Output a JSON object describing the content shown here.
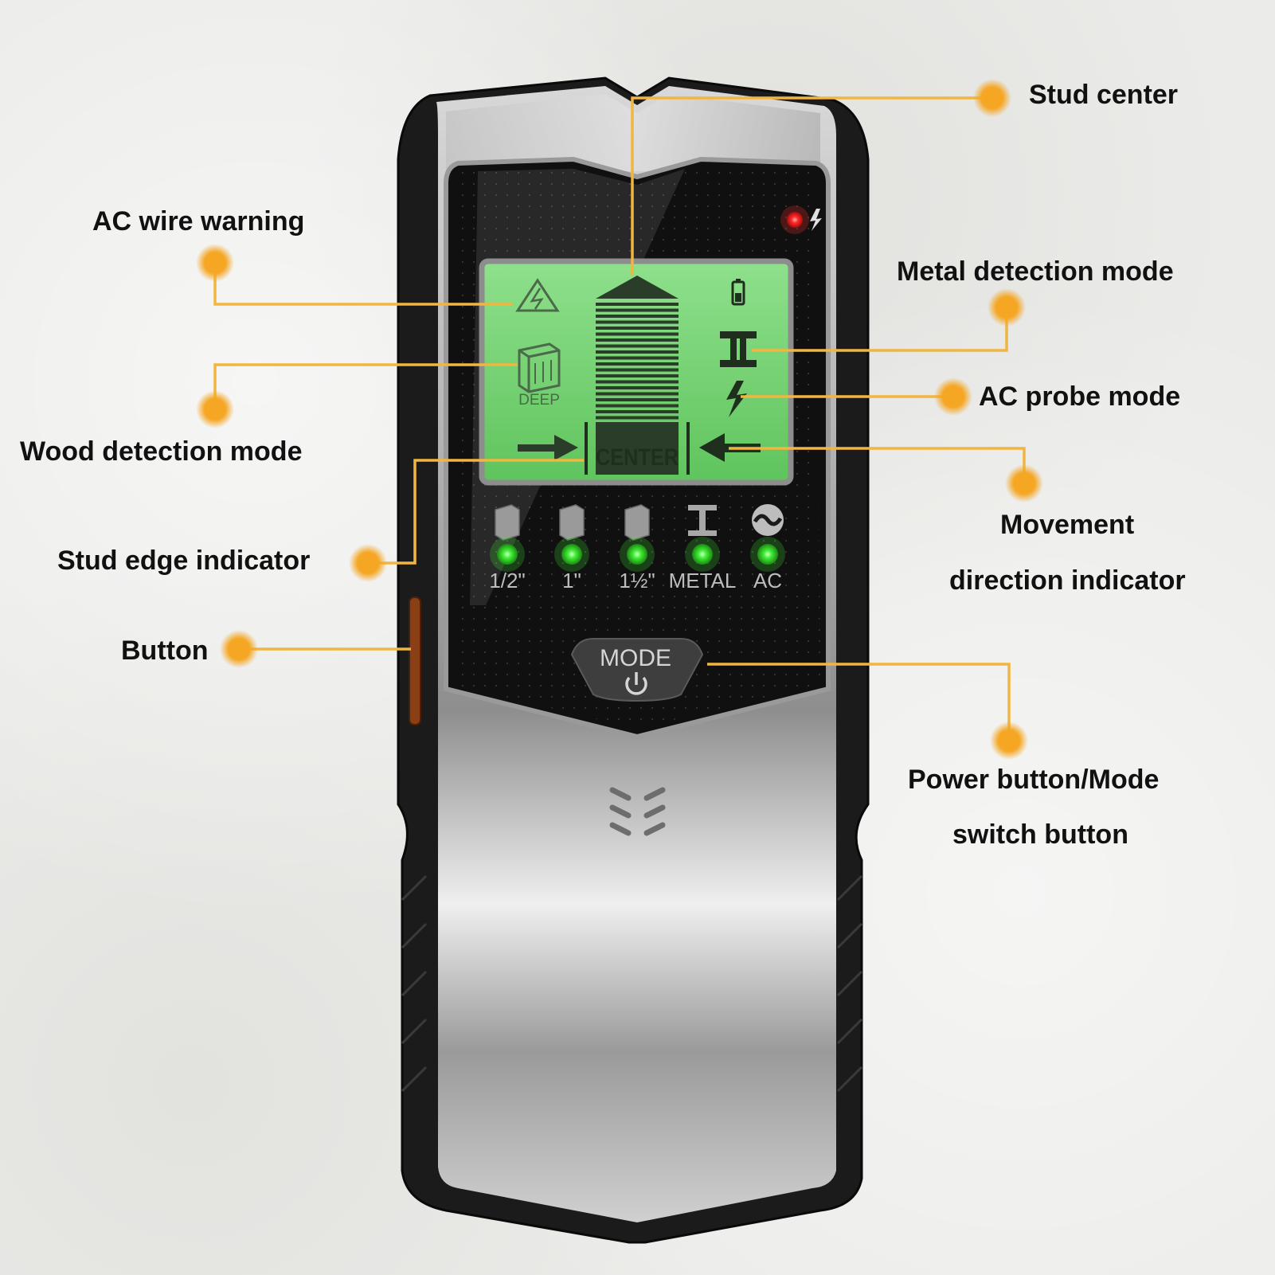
{
  "colors": {
    "accent": "#f5a623",
    "leader_line": "#f0b640",
    "lcd": "#7bd67a",
    "led_green": "#46f23a",
    "led_red": "#ff2a2a",
    "body_black": "#1b1b1b",
    "body_silver": "#c9c9c9"
  },
  "callouts": {
    "stud_center": "Stud center",
    "ac_wire_warning": "AC wire warning",
    "metal_detection_mode": "Metal detection mode",
    "ac_probe_mode": "AC probe mode",
    "wood_detection_mode": "Wood detection mode",
    "movement_direction_line1": "Movement",
    "movement_direction_line2": "direction indicator",
    "stud_edge_indicator": "Stud edge indicator",
    "button": "Button",
    "power_mode_line1": "Power button/Mode",
    "power_mode_line2": "switch button"
  },
  "device": {
    "lcd": {
      "deep_label": "DEEP",
      "center_label": "CENTER",
      "icons": [
        "warning-triangle-icon",
        "wood-block-icon",
        "battery-icon",
        "i-beam-icon",
        "lightning-icon",
        "arrow-right-icon",
        "arrow-left-icon"
      ]
    },
    "leds": [
      {
        "label": "1/2\"",
        "icon": "wood-block-icon"
      },
      {
        "label": "1\"",
        "icon": "wood-block-icon"
      },
      {
        "label": "1½\"",
        "icon": "wood-block-icon"
      },
      {
        "label": "METAL",
        "icon": "i-beam-icon"
      },
      {
        "label": "AC",
        "icon": "ac-wave-icon"
      }
    ],
    "mode_label": "MODE",
    "power_icon": "power-icon",
    "ac_warning_led_icon": "lightning-icon"
  }
}
